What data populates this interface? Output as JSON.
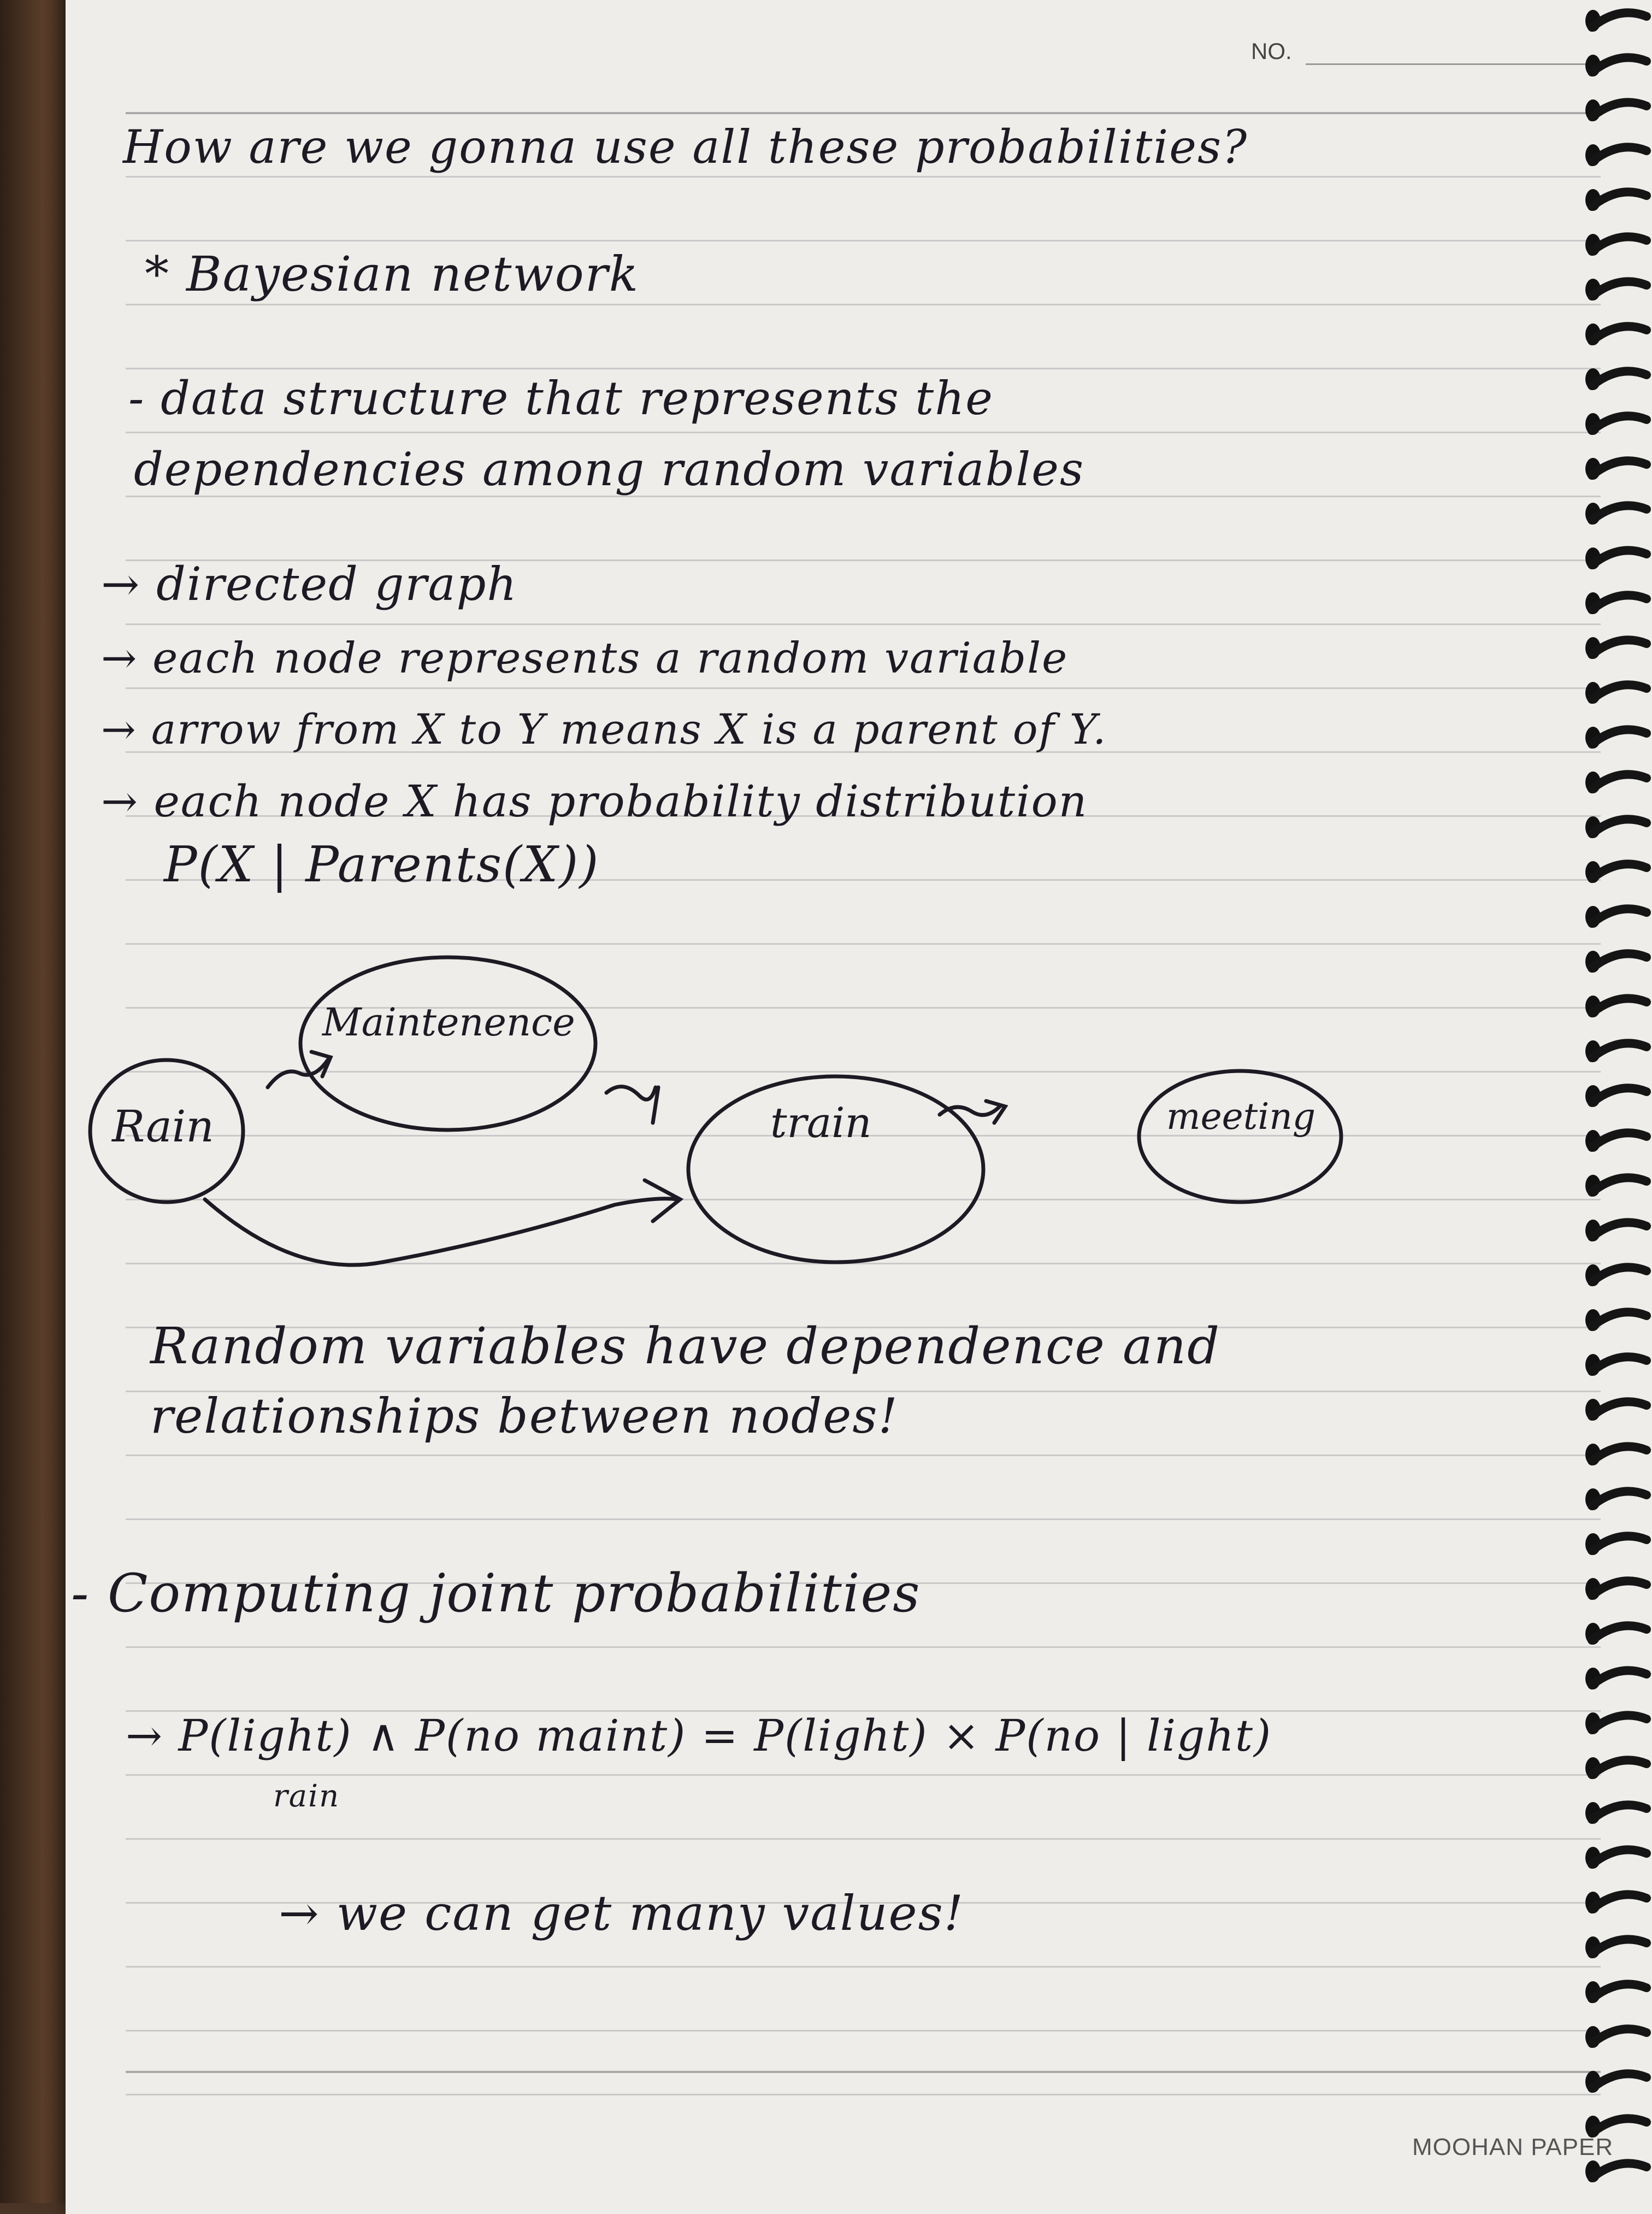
{
  "header": {
    "no_label": "NO."
  },
  "footer": {
    "brand": "MOOHAN PAPER"
  },
  "lines": {
    "question": "How are we gonna use all these probabilities?",
    "topic": "* Bayesian network",
    "definition_1": "- data structure that represents the",
    "definition_2": "dependencies among random variables",
    "point_1": "→ directed graph",
    "point_2": "→ each node represents a random variable",
    "point_3": "→ arrow from X to Y means X is a parent of Y.",
    "point_4": "→ each node X has probability distribution",
    "formula": "P(X | Parents(X))",
    "summary_1": "Random variables have dependence and",
    "summary_2": "relationships between nodes!",
    "section": "- Computing joint probabilities",
    "equation": "→ P(light) ∧ P(no maint) = P(light) × P(no | light)",
    "equation_sub": "rain",
    "conclusion": "→ we can get many values!"
  },
  "graph": {
    "nodes": [
      "Rain",
      "Maintenence",
      "train",
      "meeting"
    ],
    "edges": [
      {
        "from": "Rain",
        "to": "Maintenence"
      },
      {
        "from": "Maintenence",
        "to": "train"
      },
      {
        "from": "Rain",
        "to": "train"
      },
      {
        "from": "train",
        "to": "meeting"
      }
    ]
  },
  "colors": {
    "ink": "#1e1a24",
    "paper": "#eeede9",
    "rule": "#c9c9c9"
  },
  "icons": {
    "binding": "spiral-binding-icon"
  }
}
